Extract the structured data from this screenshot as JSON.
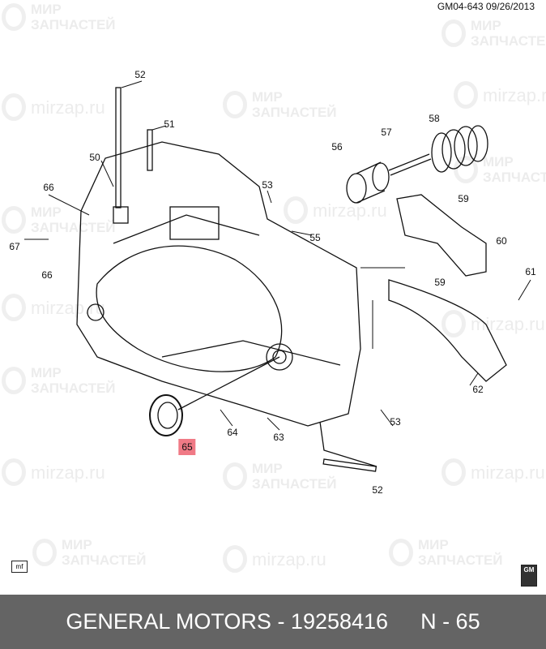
{
  "header": {
    "ref": "GM04-643  09/26/2013"
  },
  "watermark": {
    "line1": "МИР",
    "line2": "ЗАПЧАСТЕЙ",
    "site": "mirzap.ru"
  },
  "callouts": [
    "52",
    "51",
    "50",
    "66",
    "67",
    "66",
    "53",
    "55",
    "56",
    "57",
    "58",
    "59",
    "60",
    "59",
    "61",
    "62",
    "53",
    "63",
    "64",
    "65",
    "52"
  ],
  "highlight": {
    "label": "65",
    "color": "#f07a86"
  },
  "logos": {
    "left": "mf",
    "right": "GM"
  },
  "footer": {
    "title": "GENERAL MOTORS - 19258416",
    "position": "N - 65"
  }
}
